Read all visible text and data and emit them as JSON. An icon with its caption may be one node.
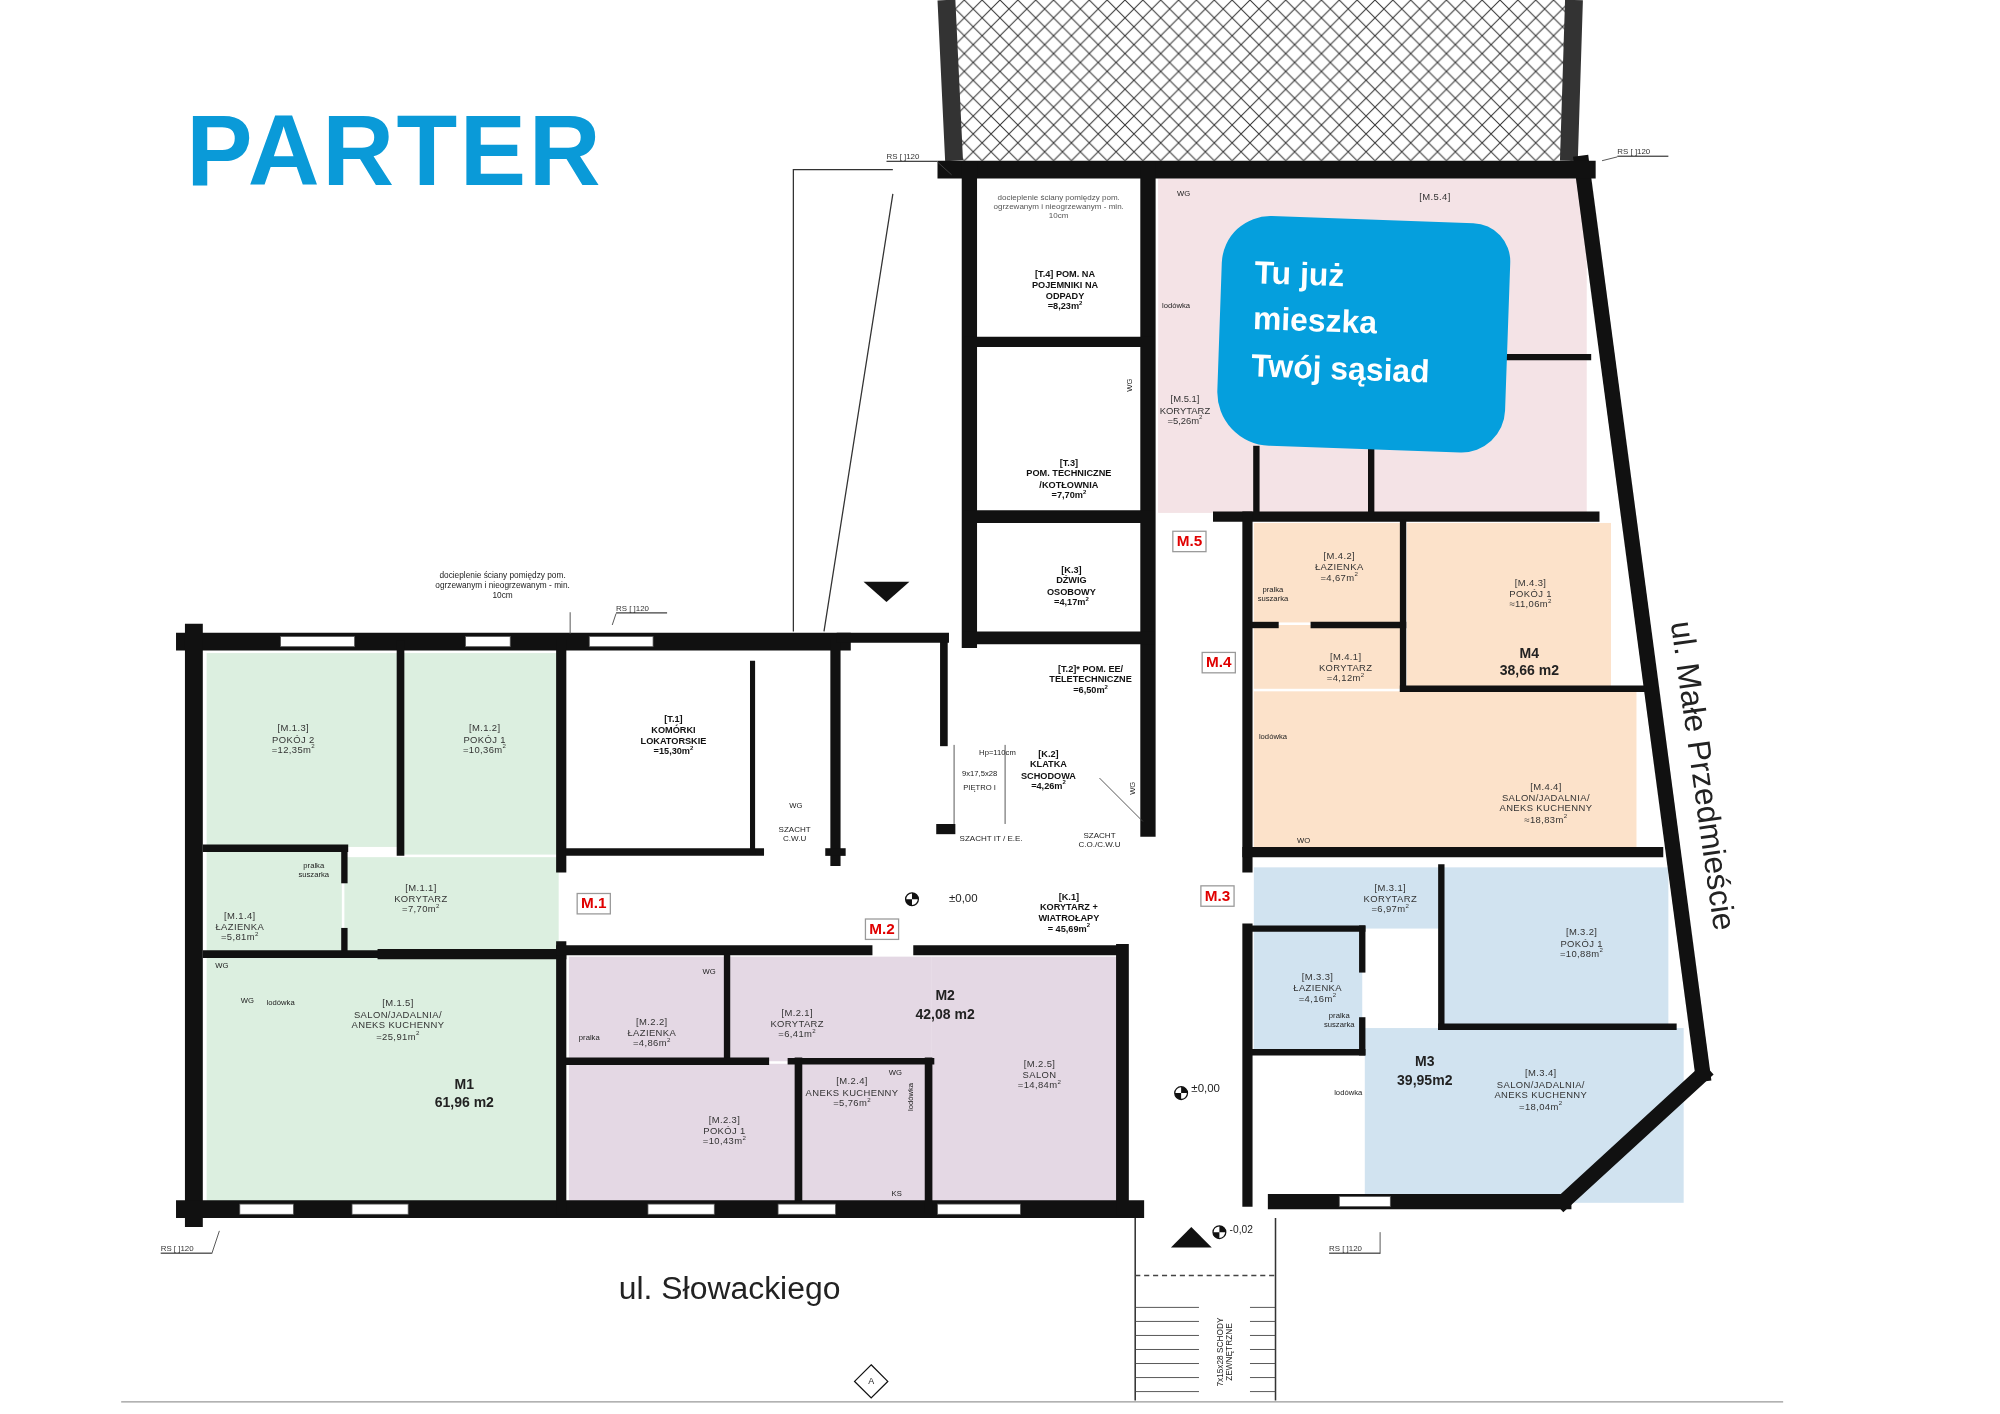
{
  "diagram": {
    "title": "PARTER",
    "nodes": [
      {
        "text": [
          "[M.1.3]",
          "POKÓJ 2",
          "=12,35m$^{2}$"
        ]
      },
      {
        "text": [
          "[M.1.2]",
          "POKÓJ 1",
          "=10,36m$^{2}$"
        ]
      },
      {
        "text": [
          "[M.1.4]",
          "ŁAZIENKA",
          "=5,81m$^{2}$"
        ]
      },
      {
        "text": [
          "[M.1.1]",
          "KORYTARZ",
          "=7,70m$^{2}$"
        ]
      },
      {
        "text": [
          "[M.1.5]",
          "SALON/JADALNIA/ ANEKS KUCHENNY",
          "=25,91m$^{2}$"
        ]
      },
      {
        "text": [
          "[T.1]",
          "KOMÓRKI LOKATORSKIE",
          "=15,30m$^{2}$"
        ]
      },
      {
        "text": [
          "[M.2.2]",
          "ŁAZIENKA",
          "=4,86m$^{2}$"
        ]
      },
      {
        "text": [
          "[M.2.1]",
          "KORYTARZ",
          "=6,41m$^{2}$"
        ]
      },
      {
        "text": [
          "[M.2.3]",
          "POKÓJ 1",
          "=10,43m$^{2}$"
        ]
      },
      {
        "text": [
          "[M.2.4]",
          "ANEKS KUCHENNY",
          "=5,76m$^{2}$"
        ]
      },
      {
        "text": [
          "[M.2.5]",
          "SALON",
          "=14,84m$^{2}$"
        ]
      },
      {
        "text": [
          "[T.2]* POM. EE/",
          "TELETECHNICZNE",
          "=6,50m$^{2}$"
        ]
      },
      {
        "text": [
          "[K.2]",
          "KLATKA SCHODOWA",
          "=4,26m$^{2}$"
        ]
      },
      {
        "text": [
          "[K.3]",
          "DŹWIG OSOBOWY",
          "=4,17m$^{2}$"
        ]
      },
      {
        "text": [
          "[T.3]",
          "POM. TECHNICZNE /KOTŁOWNIA",
          "=7,70m$^{2}$"
        ]
      },
      {
        "text": [
          "[T.4] POM. NA POJEMNIKI NA ODPADY =8,23m$^{2}$"
        ]
      },
      {
        "text": [
          "[K.1]",
          "KORYTARZ + WIATROŁAPY",
          "= 45,69m$^{2}$"
        ]
      },
      {
        "text": [
          "[M.5.4]"
        ]
      },
      {
        "text": [
          "[M.5.1]",
          "KORYTARZ",
          "=5,26m$^{2}$"
        ]
      },
      {
        "text": [
          "[M.4.2]",
          "ŁAZIENKA",
          "=4,67m$^{2}$"
        ]
      },
      {
        "text": [
          "[M.4.3]",
          "POKÓJ 1",
          "≈11,06m$^{2}$"
        ]
      },
      {
        "text": [
          "[M.4.1]",
          "KORYTARZ",
          "=4,12m$^{2}$"
        ]
      },
      {
        "text": [
          "[M.4.4]",
          "SALON/JADALNIA/ ANEKS KUCHENNY",
          "≈18,83m$^{2}$"
        ]
      },
      {
        "text": [
          "[M.3.1]",
          "KORYTARZ",
          "=6,97m$^{2}$"
        ]
      },
      {
        "text": [
          "[M.3.2]",
          "POKÓJ 1",
          "=10,88m$^{2}$"
        ]
      },
      {
        "text": [
          "[M.3.3]",
          "ŁAZIENKA",
          "=4,16m$^{2}$"
        ]
      },
      {
        "text": [
          "[M.3.4]",
          "SALON/JADALNIA/ ANEKS KUCHENNY",
          "=18,04m$^{2}$"
        ]
      },
      {
        "text": [
          "M.1"
        ],
        "in": 16
      },
      {
        "text": [
          "M.2"
        ],
        "in": 16
      },
      {
        "text": [
          "M.3"
        ],
        "in": 16
      },
      {
        "text": [
          "M.4"
        ]
      },
      {
        "text": [
          "M.5"
        ]
      },
      {
        "text": [
          "Tu już mieszka Twój sąsiad"
        ]
      },
      {
        "text": [
          "docieplenie ściany pomiędzy pom. ogrzewanym i nieogrzewanym - min. 10cm"
        ]
      },
      {
        "text": [
          "RS [ ]120"
        ]
      },
      {
        "text": [
          "RS [ ]120"
        ]
      },
      {
        "text": [
          "RS [ ]120"
        ]
      },
      {
        "text": [
          "RS [ ]120"
        ]
      },
      {
        "text": [
          "RS [ ]120"
        ]
      }
    ],
    "edges": [
      {
        "from": 33,
        "to": null,
        "arrow": "none"
      },
      {
        "from": 34,
        "to": null,
        "arrow": "none"
      },
      {
        "from": 35,
        "to": null,
        "arrow": "none"
      },
      {
        "from": 36,
        "to": null,
        "arrow": "none"
      },
      {
        "from": 37,
        "to": null,
        "arrow": "none"
      },
      {
        "from": 38,
        "to": null,
        "arrow": "none"
      }
    ],
    "labels": [
      "M1",
      "61,96 m2",
      "M2",
      "42,08 m2",
      "M3",
      "39,95m2",
      "M4",
      "38,66 m2",
      "ul. Słowackiego",
      "ul. Małe Przedmieście",
      "±0,00",
      "±0,00",
      "-0,02",
      "SZACHT C.W.U",
      "SZACHT IT / E.E.",
      "SZACHT C.O./C.W.U",
      "Hp=110cm",
      "9x17,5x28",
      "PIĘTRO I",
      "docieplenie ściany pomiędzy pom. ogrzewanym i nieogrzewanym - min. 10cm",
      "7x15x28 SCHODY ZEWNĘTRZNE",
      "A",
      "WG",
      "WG",
      "lodówka",
      "pralka suszarka",
      "pralka",
      "WG",
      "WG",
      "lodówka",
      "WG",
      "WG",
      "lodówka",
      "pralka suszarka",
      "lodówka",
      "WO",
      "pralka suszarka",
      "lodówka",
      "WG",
      "WG",
      "KS"
    ]
  }
}
